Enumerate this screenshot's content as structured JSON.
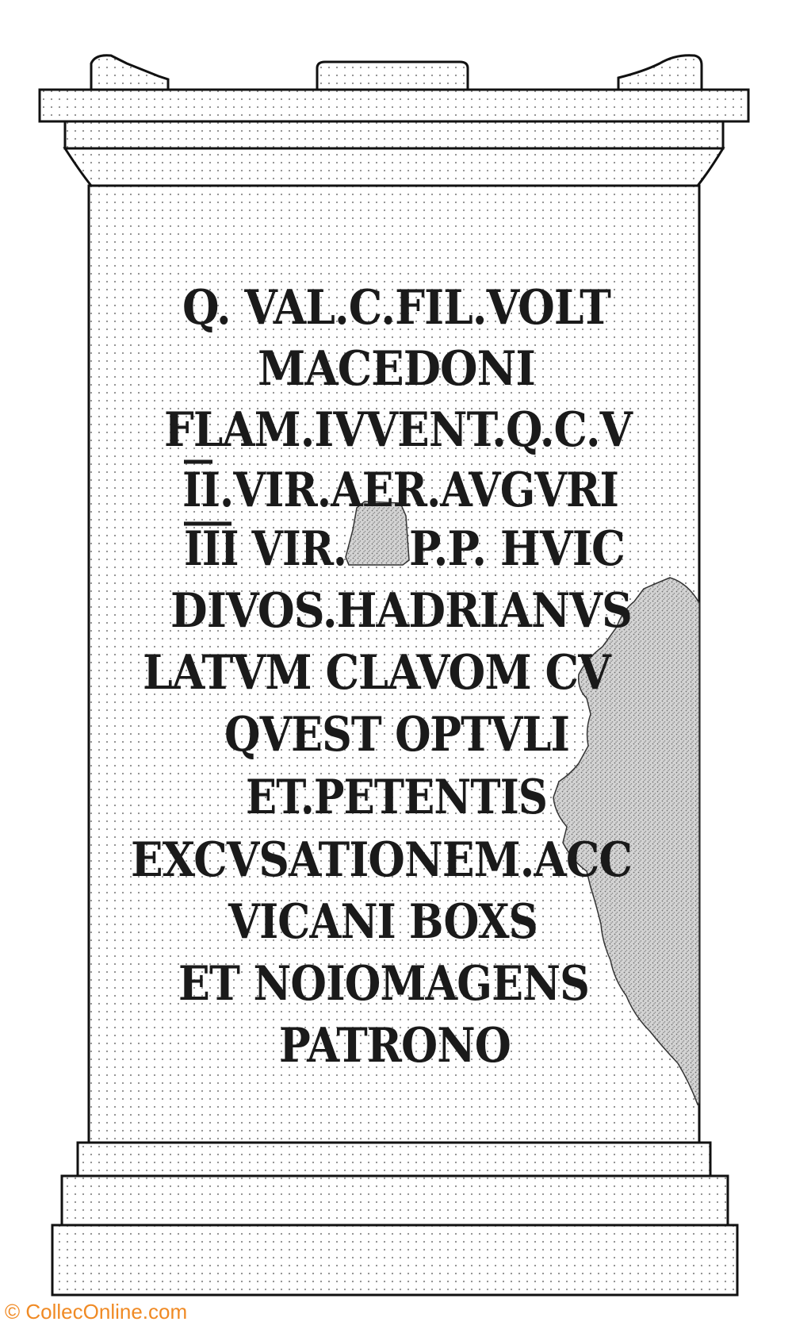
{
  "inscription": {
    "lines": [
      "Q. VAL.C.FIL.VOLT",
      "MACEDONI",
      "FLAM.IVVENT.Q.C.V",
      "II.VIR.AER.AVGVRI",
      "III VIR.",
      "P.P. HVIC",
      "DIVOS.HADRIANVS",
      "LATVM CLAVOM CV",
      "QVEST OPTVLI",
      "ET.PETENTIS",
      "EXCVSATIONEM.ACC",
      "VICANI BOXS",
      "ET NOIOMAGENS",
      "PATRONO"
    ]
  },
  "watermark": {
    "text": "© CollecOnline.com",
    "color": "#f08a24"
  },
  "colors": {
    "ink": "#1a1a1a",
    "stone_dots": "#8a8a8a",
    "damage": "#9a9a9a"
  }
}
